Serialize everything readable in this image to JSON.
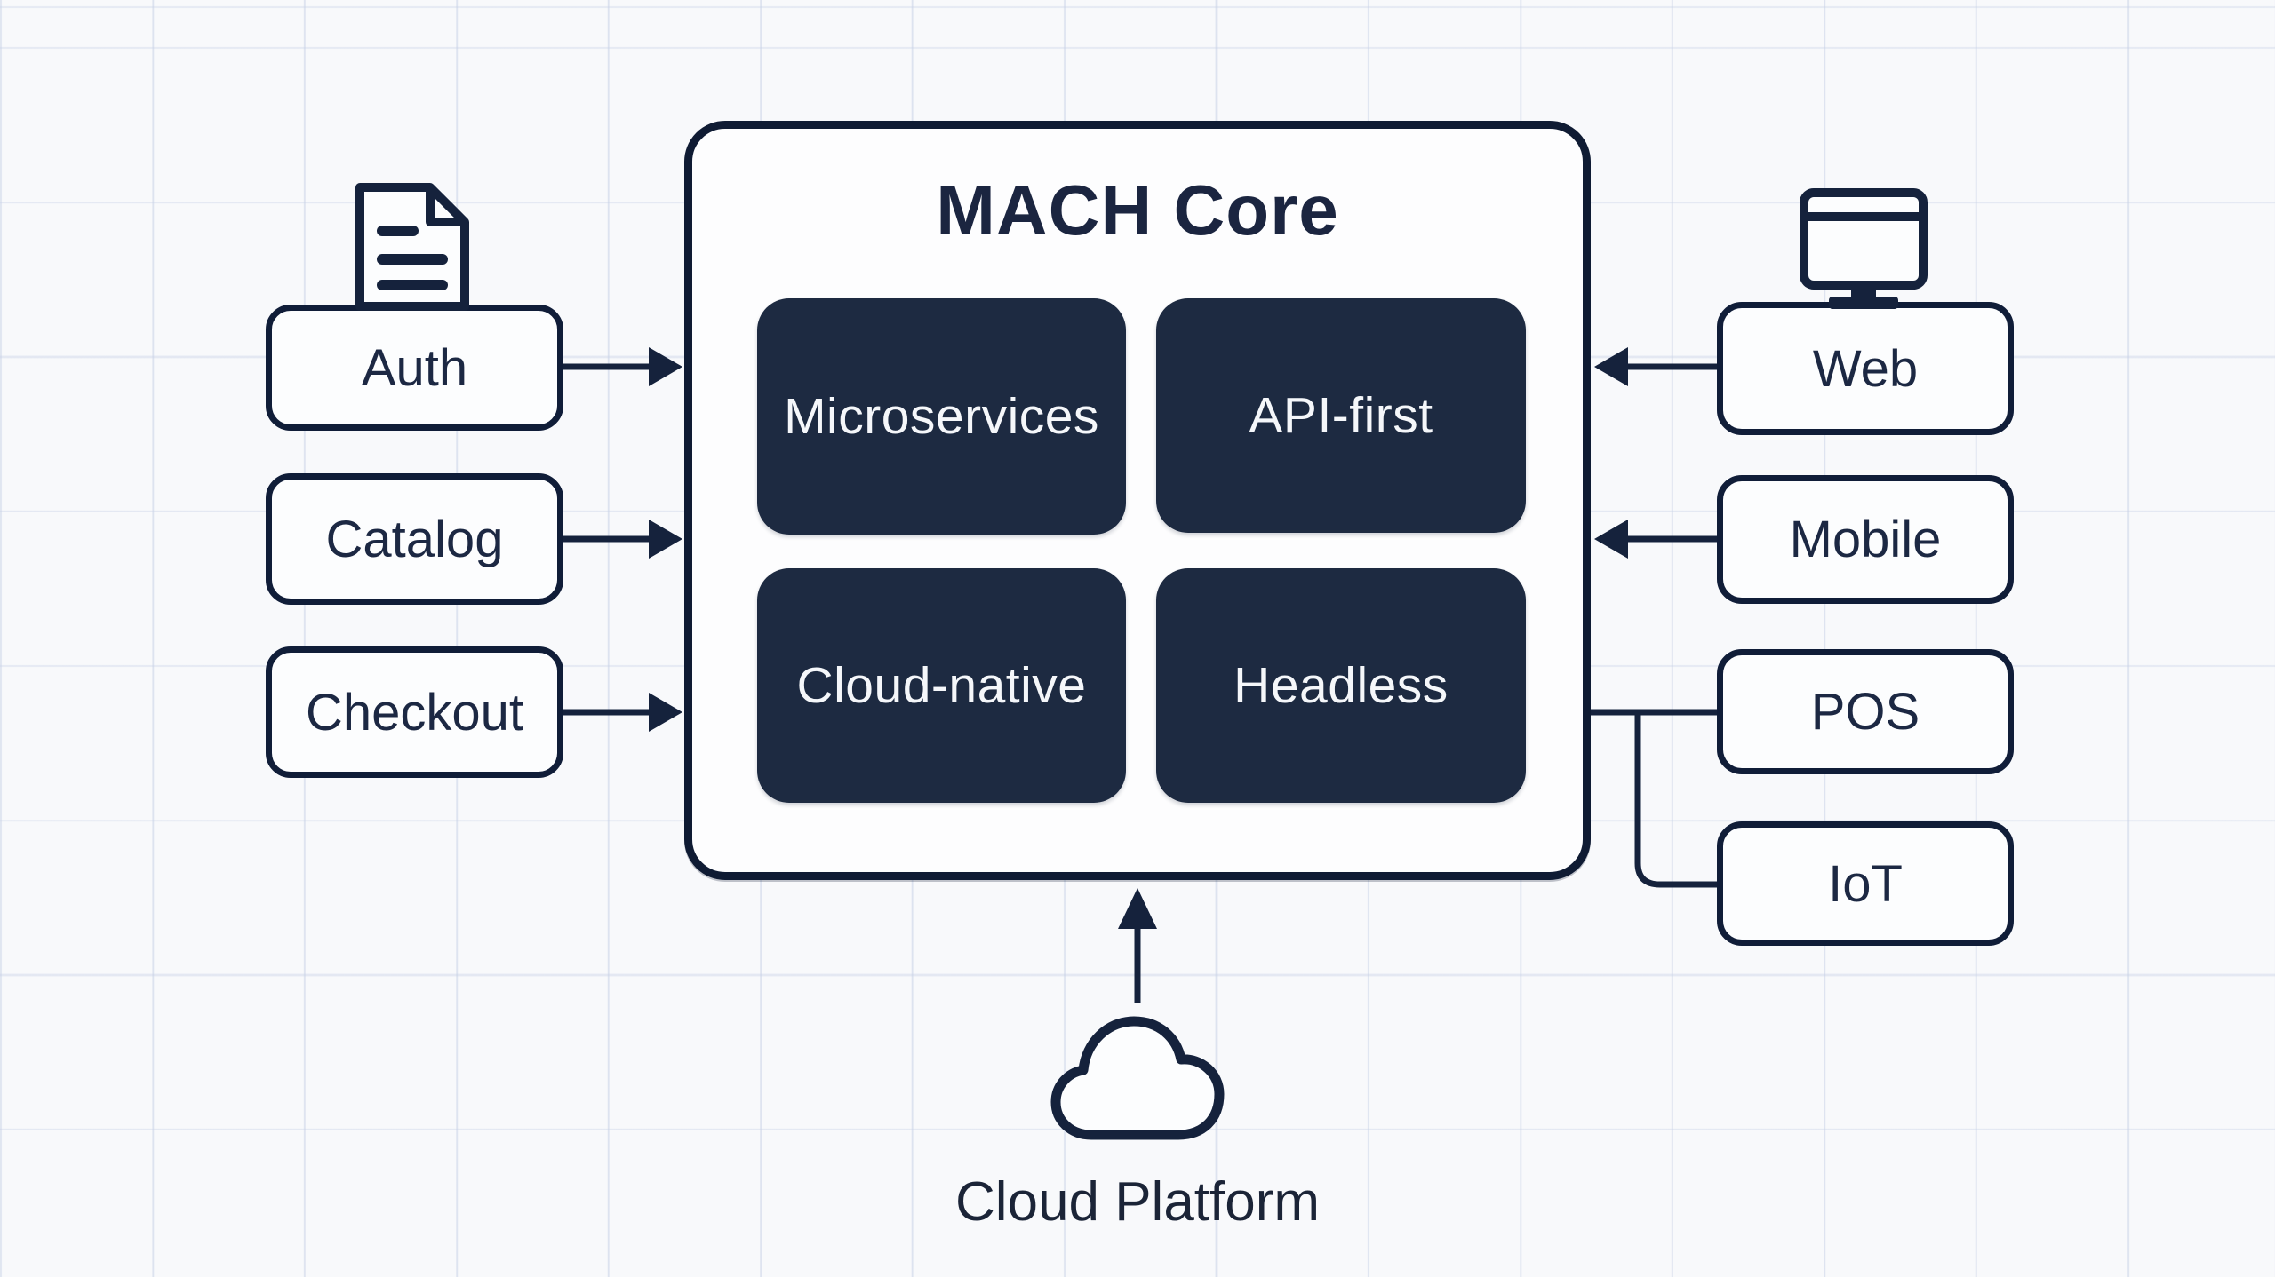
{
  "diagram": {
    "core": {
      "title": "MACH Core",
      "pillars": [
        {
          "label": "Microservices"
        },
        {
          "label": "API-first"
        },
        {
          "label": "Cloud-native"
        },
        {
          "label": "Headless"
        }
      ]
    },
    "left_nodes": [
      {
        "label": "Auth",
        "icon": "document-icon"
      },
      {
        "label": "Catalog"
      },
      {
        "label": "Checkout"
      }
    ],
    "right_nodes": [
      {
        "label": "Web",
        "icon": "monitor-icon"
      },
      {
        "label": "Mobile"
      },
      {
        "label": "POS"
      },
      {
        "label": "IoT"
      }
    ],
    "bottom_node": {
      "label": "Cloud Platform",
      "icon": "cloud-icon"
    },
    "connections": [
      {
        "from": "Auth",
        "to": "MACH Core",
        "style": "arrow"
      },
      {
        "from": "Catalog",
        "to": "MACH Core",
        "style": "arrow"
      },
      {
        "from": "Checkout",
        "to": "MACH Core",
        "style": "arrow"
      },
      {
        "from": "Web",
        "to": "MACH Core",
        "style": "arrow"
      },
      {
        "from": "Mobile",
        "to": "MACH Core",
        "style": "arrow"
      },
      {
        "from": "POS",
        "to": "MACH Core",
        "style": "line"
      },
      {
        "from": "IoT",
        "to": "MACH Core",
        "style": "line-branch-from-pos-connector"
      },
      {
        "from": "Cloud Platform",
        "to": "MACH Core",
        "style": "arrow-up"
      }
    ],
    "colors": {
      "ink": "#15223c",
      "box_border": "#101d38",
      "pillar_fill": "#1d2a41",
      "pillar_text": "#f5f7fa",
      "canvas_bg": "#f8f9fb",
      "grid_line": "#c7d1e6"
    }
  }
}
